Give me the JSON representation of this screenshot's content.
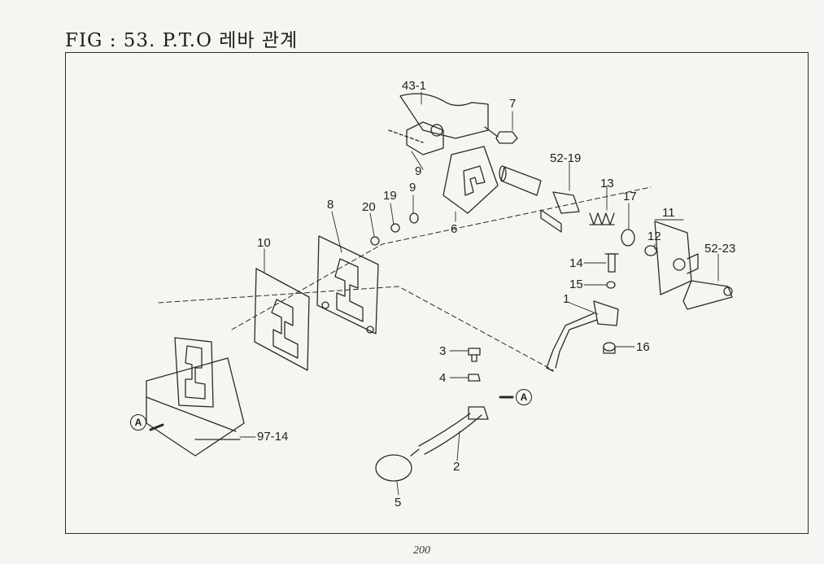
{
  "title": "FIG : 53. P.T.O 레바 관계",
  "page_number": "200",
  "reference_marker": "A",
  "callouts": [
    "43-1",
    "7",
    "52-19",
    "9",
    "6",
    "13",
    "17",
    "11",
    "12",
    "52-23",
    "20",
    "19",
    "9",
    "8",
    "10",
    "14",
    "15",
    "1",
    "16",
    "3",
    "4",
    "2",
    "5",
    "97-14"
  ]
}
